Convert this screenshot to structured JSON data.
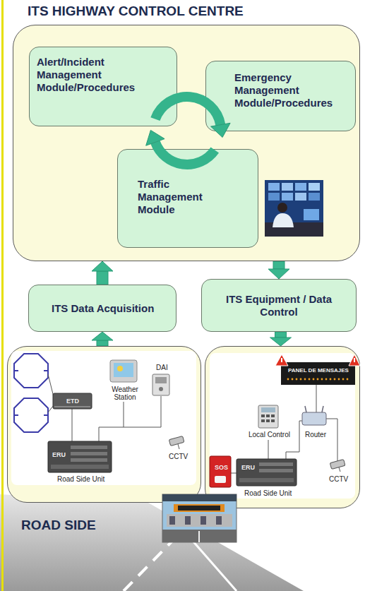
{
  "diagram": {
    "nodes": [
      {
        "text": [
          "ITS HIGHWAY CONTROL CENTRE"
        ]
      },
      {
        "text": [
          "Alert/Incident Management Module/Procedures"
        ],
        "in": 0
      },
      {
        "text": [
          "Emergency Management Module/Procedures"
        ],
        "in": 0
      },
      {
        "text": [
          "Traffic Management Module"
        ],
        "in": 0
      },
      {
        "text": [
          "ITS Data Acquisition"
        ]
      },
      {
        "text": [
          "ITS Equipment / Data Control"
        ]
      },
      {
        "text": [
          "Weather Station",
          "DAI",
          "ETD",
          "CCTV",
          "ERU",
          "Road Side Unit"
        ]
      },
      {
        "text": [
          "PANEL DE MENSAJES",
          "Local Control",
          "Router",
          "SOS",
          "ERU",
          "Road Side Unit",
          "CCTV"
        ]
      }
    ],
    "edges": [
      {
        "from": 6,
        "to": 4,
        "arrow": "to"
      },
      {
        "from": 4,
        "to": 0,
        "arrow": "to"
      },
      {
        "from": 0,
        "to": 5,
        "arrow": "to"
      },
      {
        "from": 5,
        "to": 7,
        "arrow": "to"
      }
    ],
    "labels": [
      "ROAD SIDE"
    ]
  }
}
